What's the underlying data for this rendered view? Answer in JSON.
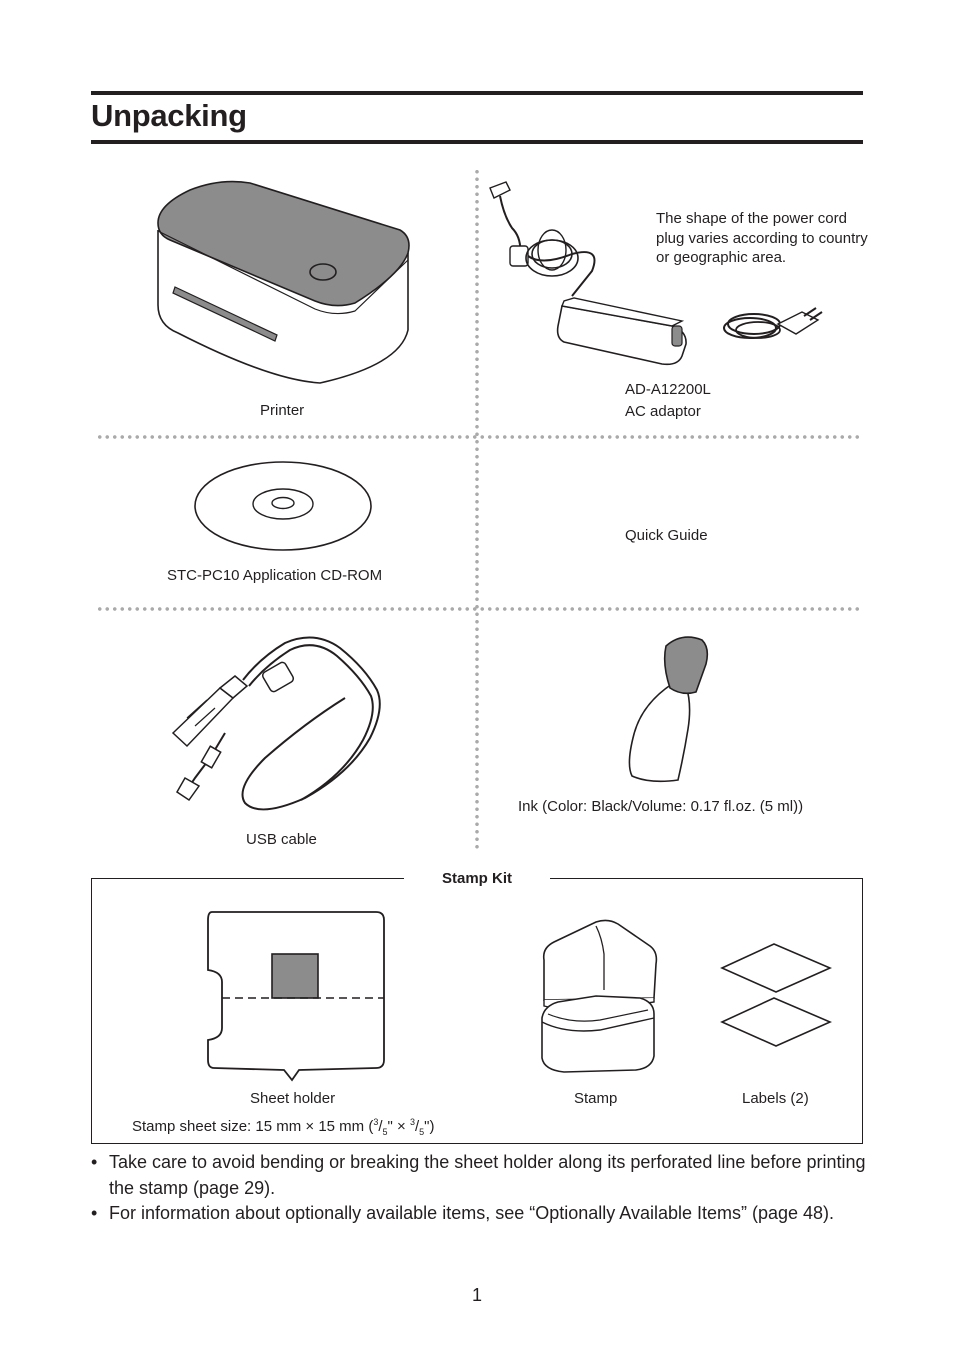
{
  "page": {
    "title": "Unpacking",
    "page_number": "1"
  },
  "items": {
    "printer": "Printer",
    "power_cord_note": "The shape of the power cord plug varies according to country or geographic area.",
    "ac_adaptor_model": "AD-A12200L",
    "ac_adaptor_label": "AC adaptor",
    "cd_rom": "STC-PC10 Application CD-ROM",
    "quick_guide": "Quick Guide",
    "usb_cable": "USB cable",
    "ink": "Ink (Color: Black/Volume: 0.17 fl.oz. (5 ml))"
  },
  "stamp_kit": {
    "heading": "Stamp Kit",
    "sheet_holder": "Sheet holder",
    "sheet_size_prefix": "Stamp sheet size: 15 mm × 15 mm (",
    "frac_num": "3",
    "frac_den": "5",
    "frac_sep": "\" × ",
    "frac_end": "\")",
    "stamp": "Stamp",
    "labels": "Labels (2)"
  },
  "notes": [
    "Take care to avoid bending or breaking the sheet holder along its perforated line before printing the stamp (page 29).",
    "For information about optionally available items, see “Optionally Available Items” (page 48)."
  ],
  "colors": {
    "ink": "#231f20",
    "gray_fill": "#8c8c8c",
    "dot_gray": "#aaaaaa"
  }
}
